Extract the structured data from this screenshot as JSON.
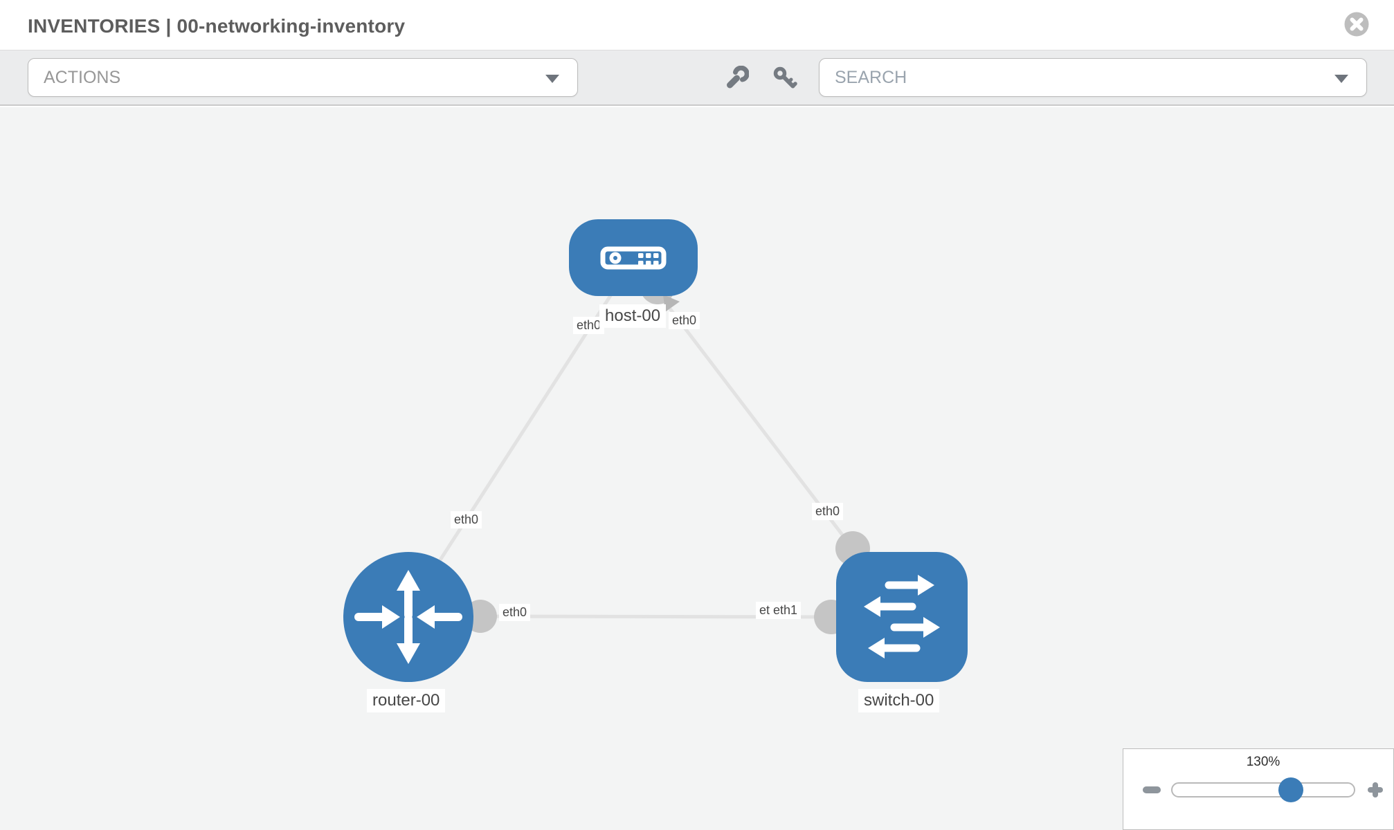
{
  "header": {
    "title": "INVENTORIES | 00-networking-inventory",
    "close_icon": "x-circle"
  },
  "toolbar": {
    "actions_label": "ACTIONS",
    "search_placeholder": "SEARCH",
    "icons": [
      "wrench",
      "key"
    ]
  },
  "topology": {
    "nodes": [
      {
        "name": "host-00",
        "type": "host"
      },
      {
        "name": "router-00",
        "type": "router"
      },
      {
        "name": "switch-00",
        "type": "switch"
      }
    ],
    "links": [
      {
        "source": "host-00",
        "source_interface": "eth0",
        "target": "router-00",
        "target_interface": "eth0"
      },
      {
        "source": "host-00",
        "source_interface": "eth0",
        "target": "switch-00",
        "target_interface": "eth0"
      },
      {
        "source": "router-00",
        "source_interface": "eth0",
        "target": "switch-00",
        "target_interface": "eth1"
      }
    ]
  },
  "zoom_control": {
    "level": "130%"
  },
  "colors": {
    "node_blue": "#3b7cb7",
    "link_gray": "#e2e2e2",
    "port_gray": "#c5c5c5",
    "slider_thumb_blue": "#3b7cb7"
  }
}
